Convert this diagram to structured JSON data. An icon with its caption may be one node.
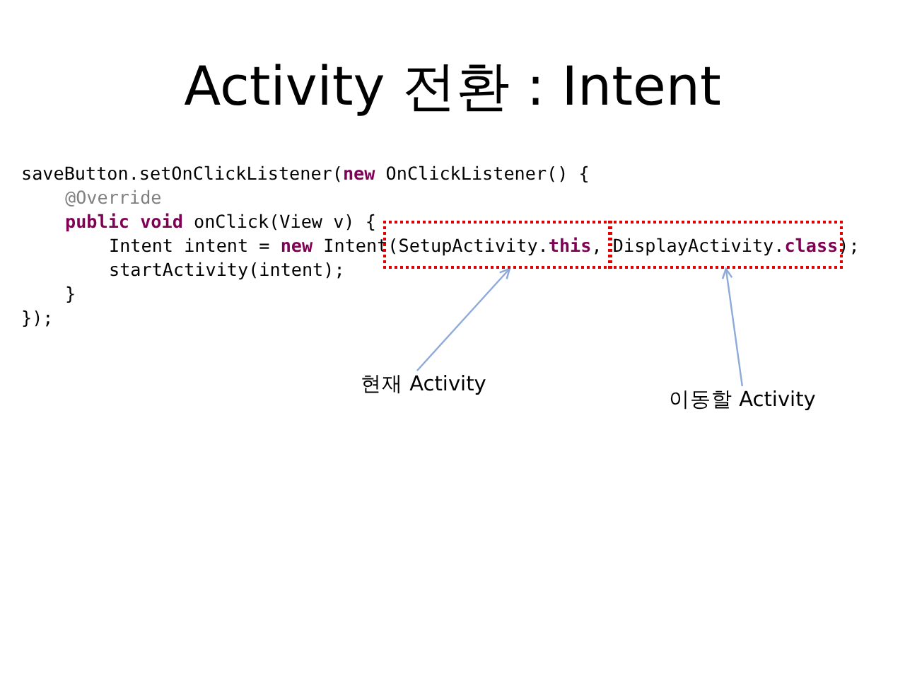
{
  "diagram": {
    "title": "Activity 전환 : Intent",
    "nodes": [
      {
        "text": [],
        "shape": "box"
      },
      {
        "text": [],
        "shape": "box"
      },
      {
        "text": [
          "현재 Activity"
        ]
      },
      {
        "text": [
          "이동할 Activity"
        ]
      }
    ],
    "edges": [
      {
        "from": 2,
        "to": 0,
        "arrow": "to"
      },
      {
        "from": 3,
        "to": 1,
        "arrow": "to"
      }
    ],
    "labels": [
      "saveButton.setOnClickListener(**new** OnClickListener() {",
      "@Override",
      "**public** **void** onClick(View v) {",
      "Intent intent = **new** Intent(SetupActivity.**this**, DisplayActivity.**class**);",
      "startActivity(intent);",
      "}",
      "});"
    ]
  }
}
